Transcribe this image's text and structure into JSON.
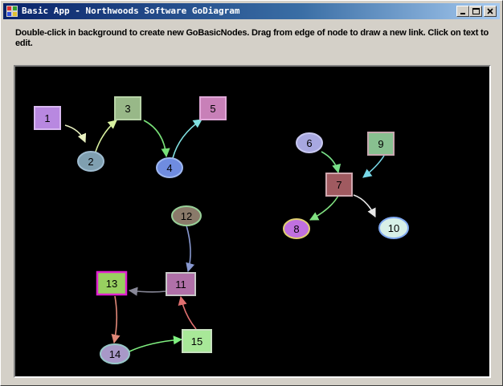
{
  "window": {
    "title": "Basic App - Northwoods Software GoDiagram",
    "controls": [
      "minimize",
      "maximize",
      "close"
    ]
  },
  "instructions": "Double-click in background to create new GoBasicNodes.  Drag from edge of node to draw a new link.  Click on text to edit.",
  "diagram": {
    "background": "#000000",
    "nodes": [
      {
        "id": "1",
        "label": "1",
        "shape": "rect",
        "fill": "#b888e0",
        "stroke": "#d8b8f0"
      },
      {
        "id": "2",
        "label": "2",
        "shape": "ellipse",
        "fill": "#7f9fb0",
        "stroke": "#9fbcd0"
      },
      {
        "id": "3",
        "label": "3",
        "shape": "rect",
        "fill": "#98b888",
        "stroke": "#b8d4a8"
      },
      {
        "id": "4",
        "label": "4",
        "shape": "ellipse",
        "fill": "#6f8ce0",
        "stroke": "#9fb8f0"
      },
      {
        "id": "5",
        "label": "5",
        "shape": "rect",
        "fill": "#c880b8",
        "stroke": "#e0a8d8"
      },
      {
        "id": "6",
        "label": "6",
        "shape": "ellipse",
        "fill": "#a8a8e0",
        "stroke": "#c8c8f0"
      },
      {
        "id": "7",
        "label": "7",
        "shape": "rect",
        "fill": "#a05a60",
        "stroke": "#d0a8b0"
      },
      {
        "id": "8",
        "label": "8",
        "shape": "ellipse",
        "fill": "#c070e0",
        "stroke": "#e0d070"
      },
      {
        "id": "9",
        "label": "9",
        "shape": "rect",
        "fill": "#88c090",
        "stroke": "#c8a8b0"
      },
      {
        "id": "10",
        "label": "10",
        "shape": "ellipse",
        "fill": "#d8f0e8",
        "stroke": "#7fa8f0"
      },
      {
        "id": "11",
        "label": "11",
        "shape": "rect",
        "fill": "#b070a8",
        "stroke": "#c8c8c8"
      },
      {
        "id": "12",
        "label": "12",
        "shape": "ellipse",
        "fill": "#8a7a6a",
        "stroke": "#98d098"
      },
      {
        "id": "13",
        "label": "13",
        "shape": "rect",
        "fill": "#98d060",
        "stroke": "#e020d0"
      },
      {
        "id": "14",
        "label": "14",
        "shape": "ellipse",
        "fill": "#a898c8",
        "stroke": "#98c8c8"
      },
      {
        "id": "15",
        "label": "15",
        "shape": "rect",
        "fill": "#a8e898",
        "stroke": "#c8e0c0"
      }
    ],
    "links": [
      {
        "from": "1",
        "to": "2",
        "color": "#e8f0c0"
      },
      {
        "from": "2",
        "to": "3",
        "color": "#d8f0a0"
      },
      {
        "from": "3",
        "to": "4",
        "color": "#78e078"
      },
      {
        "from": "4",
        "to": "5",
        "color": "#80e0e0"
      },
      {
        "from": "6",
        "to": "7",
        "color": "#78e088"
      },
      {
        "from": "9",
        "to": "7",
        "color": "#78d8e8"
      },
      {
        "from": "7",
        "to": "8",
        "color": "#80e080"
      },
      {
        "from": "7",
        "to": "10",
        "color": "#e8e8e8"
      },
      {
        "from": "12",
        "to": "11",
        "color": "#8898d0"
      },
      {
        "from": "11",
        "to": "13",
        "color": "#888898"
      },
      {
        "from": "13",
        "to": "14",
        "color": "#e08878"
      },
      {
        "from": "14",
        "to": "15",
        "color": "#80f080"
      },
      {
        "from": "15",
        "to": "11",
        "color": "#e07070"
      }
    ]
  }
}
